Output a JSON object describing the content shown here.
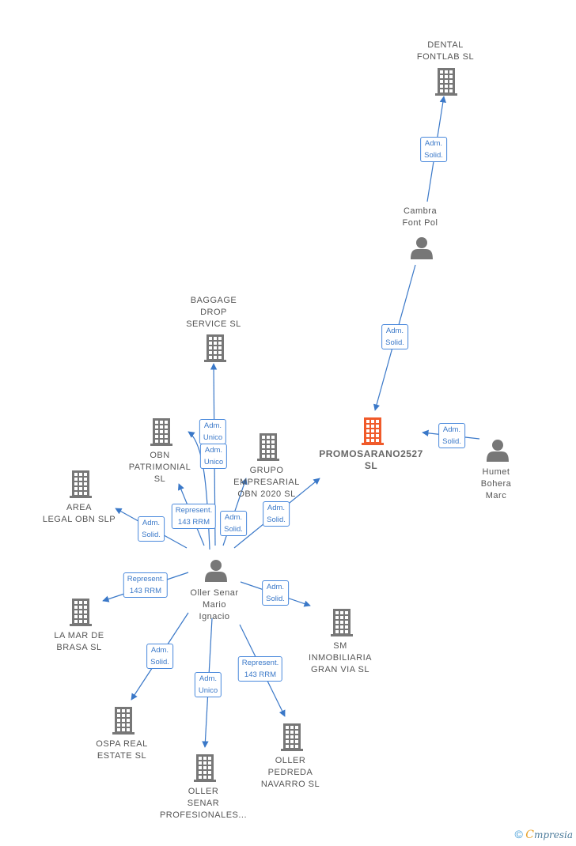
{
  "colors": {
    "edge": "#3a78c8",
    "building": "#777777",
    "focus": "#f05a2a",
    "person": "#777777"
  },
  "nodes": [
    {
      "id": "dental",
      "type": "company",
      "label": "DENTAL\nFONTLAB  SL"
    },
    {
      "id": "cambra",
      "type": "person",
      "label": "Cambra\nFont Pol"
    },
    {
      "id": "promo",
      "type": "company",
      "focus": true,
      "label": "PROMOSARANO2527\nSL"
    },
    {
      "id": "humet",
      "type": "person",
      "label": "Humet\nBohera\nMarc"
    },
    {
      "id": "baggage",
      "type": "company",
      "label": "BAGGAGE\nDROP\nSERVICE  SL"
    },
    {
      "id": "obnpat",
      "type": "company",
      "label": "OBN\nPATRIMONIAL\nSL"
    },
    {
      "id": "grupo",
      "type": "company",
      "label": "GRUPO\nEMPRESARIAL\nOBN 2020  SL"
    },
    {
      "id": "area",
      "type": "company",
      "label": "AREA\nLEGAL OBN  SLP"
    },
    {
      "id": "oller",
      "type": "person",
      "label": "Oller Senar\nMario\nIgnacio"
    },
    {
      "id": "lamar",
      "type": "company",
      "label": "LA MAR DE\nBRASA  SL"
    },
    {
      "id": "sm",
      "type": "company",
      "label": "SM\nINMOBILIARIA\nGRAN VIA  SL"
    },
    {
      "id": "ospa",
      "type": "company",
      "label": "OSPA REAL\nESTATE  SL"
    },
    {
      "id": "pedreda",
      "type": "company",
      "label": "OLLER\nPEDREDA\nNAVARRO  SL"
    },
    {
      "id": "profes",
      "type": "company",
      "label": "OLLER\nSENAR\nPROFESIONALES..."
    }
  ],
  "edges": [
    {
      "from": "cambra",
      "to": "dental",
      "label": "Adm.\nSolid."
    },
    {
      "from": "cambra",
      "to": "promo",
      "label": "Adm.\nSolid."
    },
    {
      "from": "humet",
      "to": "promo",
      "label": "Adm.\nSolid."
    },
    {
      "from": "oller",
      "to": "baggage",
      "label": "Adm.\nUnico"
    },
    {
      "from": "oller",
      "to": "obnpat",
      "label": "Adm.\nUnico"
    },
    {
      "from": "oller",
      "to": "grupo",
      "label": "Adm.\nSolid."
    },
    {
      "from": "oller",
      "to": "promo",
      "label": "Adm.\nSolid."
    },
    {
      "from": "oller",
      "to": "area",
      "label": "Adm.\nSolid."
    },
    {
      "from": "oller",
      "to": "obnpat",
      "label": "Represent.\n143 RRM"
    },
    {
      "from": "oller",
      "to": "lamar",
      "label": "Represent.\n143 RRM"
    },
    {
      "from": "oller",
      "to": "sm",
      "label": "Adm.\nSolid."
    },
    {
      "from": "oller",
      "to": "ospa",
      "label": "Adm.\nSolid."
    },
    {
      "from": "oller",
      "to": "profes",
      "label": "Adm.\nUnico"
    },
    {
      "from": "oller",
      "to": "pedreda",
      "label": "Represent.\n143 RRM"
    }
  ],
  "footer": {
    "copyright_symbol": "©",
    "brand_initial": "C",
    "brand_rest": "mpresia"
  }
}
